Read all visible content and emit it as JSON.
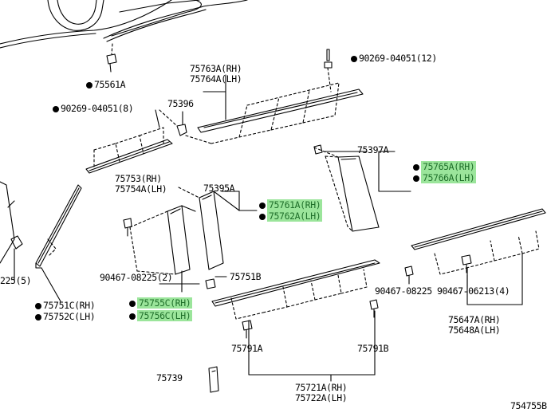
{
  "diagram": {
    "drawing_number": "754755B",
    "colors": {
      "highlight_bg": "#9be59b",
      "highlight_text": "#1f6f2a",
      "ink": "#000000"
    },
    "parts": {
      "p75561A": "75561A",
      "p90269_12": "90269-04051(12)",
      "p75763A_RH": "75763A(RH)",
      "p75764A_LH": "75764A(LH)",
      "p90269_8": "90269-04051(8)",
      "p75396": "75396",
      "p75397A": "75397A",
      "p75765A_RH": "75765A(RH)",
      "p75766A_LH": "75766A(LH)",
      "p75753_RH": "75753(RH)",
      "p75754A_LH": "75754A(LH)",
      "p75395A": "75395A",
      "p75761A_RH": "75761A(RH)",
      "p75762A_LH": "75762A(LH)",
      "p225_5": "225(5)",
      "p90467_2": "90467-08225(2)",
      "p75751B": "75751B",
      "p90467_08225": "90467-08225",
      "p90467_4": "90467-06213(4)",
      "p75751C_RH": "75751C(RH)",
      "p75752C_LH": "75752C(LH)",
      "p75755C_RH": "75755C(RH)",
      "p75756C_LH": "75756C(LH)",
      "p75647A_RH": "75647A(RH)",
      "p75648A_LH": "75648A(LH)",
      "p75791A": "75791A",
      "p75791B": "75791B",
      "p75739": "75739",
      "p75721A_RH": "75721A(RH)",
      "p75722A_LH": "75722A(LH)"
    }
  }
}
